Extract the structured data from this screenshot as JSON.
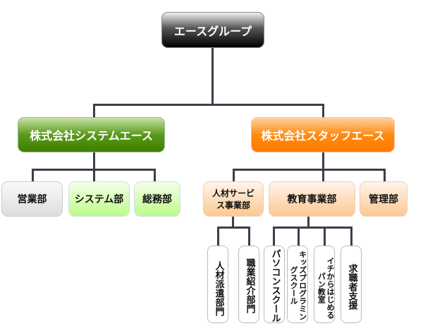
{
  "root": "エースグループ",
  "companies": [
    {
      "name": "株式会社システムエース",
      "departments": [
        "営業部",
        "システム部",
        "総務部"
      ]
    },
    {
      "name": "株式会社スタッフエース",
      "departments": [
        "人材サービス事業部",
        "教育事業部",
        "管理部"
      ]
    }
  ],
  "hr_units": [
    "人材派遣部門",
    "職業紹介部門"
  ],
  "edu_units": [
    "パソコンスクール",
    "キッズプログラミングスクール",
    "イチからはじめるパン教室",
    "求職者支援"
  ],
  "colors": {
    "system_ace": "#4a8a0a",
    "staff_ace": "#ff7f00",
    "root": "#000000"
  }
}
